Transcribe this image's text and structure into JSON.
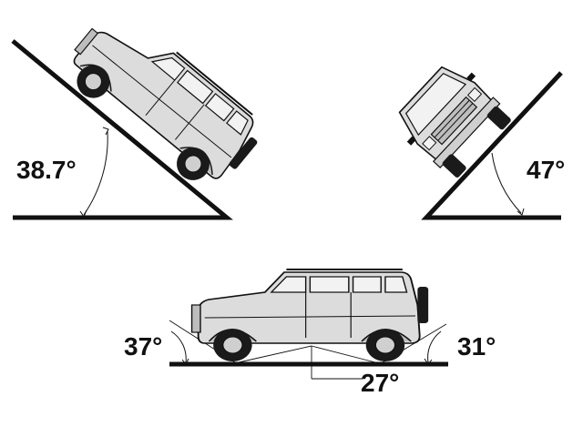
{
  "colors": {
    "ink": "#111111",
    "body": "#dcdcdc",
    "glass": "#f2f2f2",
    "tyre": "#1a1a1a",
    "rim": "#cfcfcf",
    "background": "#ffffff"
  },
  "panels": {
    "climb": {
      "angle_label": "38.7°",
      "icon": "suv-side-icon"
    },
    "tilt": {
      "angle_label": "47°",
      "icon": "suv-front-icon"
    },
    "clearance": {
      "approach_label": "37°",
      "breakover_label": "27°",
      "departure_label": "31°",
      "icon": "suv-side-icon"
    }
  }
}
